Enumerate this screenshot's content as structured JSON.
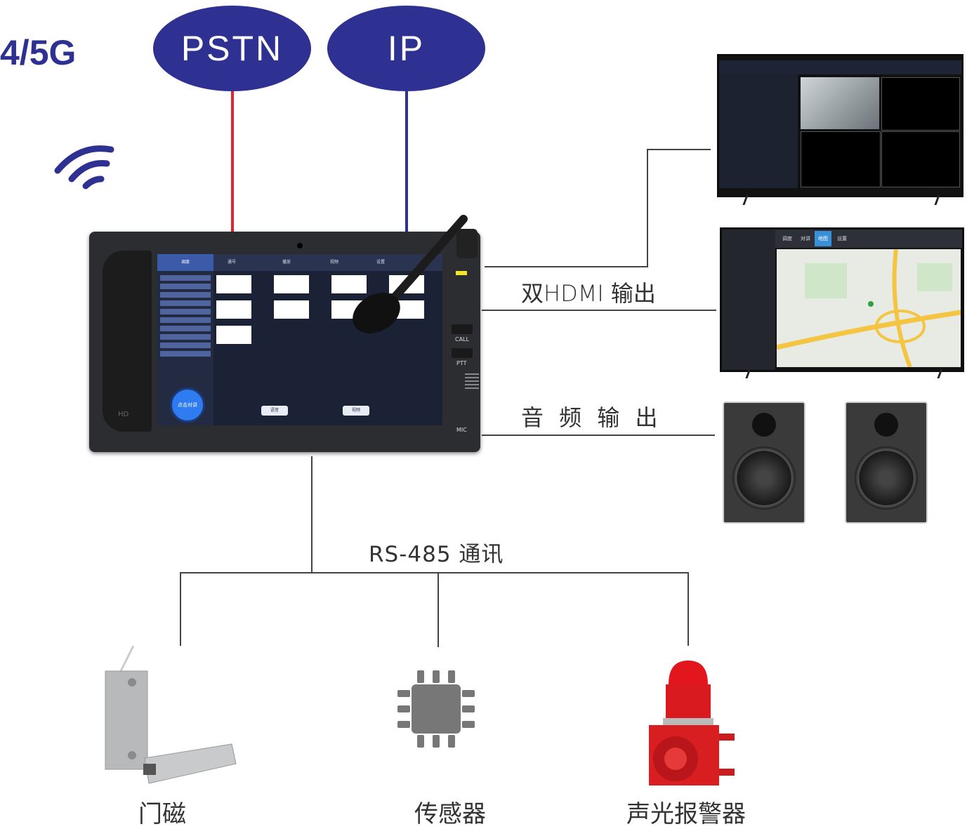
{
  "network": {
    "mobile": "4/5G",
    "pstn": "PSTN",
    "ip": "IP"
  },
  "device": {
    "handset_mark": "HD",
    "call": "CALL",
    "ptt": "PTT",
    "mic": "MIC"
  },
  "screen": {
    "tabs": [
      "调度",
      "通号",
      "播放",
      "视频",
      "设置"
    ],
    "talk_button": "点击对讲",
    "voice": "语音",
    "video": "视频"
  },
  "outputs": {
    "hdmi": "双HDMI 输出",
    "audio": "音 频 输 出"
  },
  "map_tv": {
    "tabs": [
      "调度",
      "对讲",
      "地图",
      "设置"
    ]
  },
  "bus": {
    "label": "RS-485 通讯"
  },
  "peripherals": {
    "door": "门磁",
    "sensor": "传感器",
    "alarm": "声光报警器"
  },
  "colors": {
    "pstn_line": "#e3262d",
    "ip_line": "#2e3192",
    "accent": "#2e3192"
  }
}
